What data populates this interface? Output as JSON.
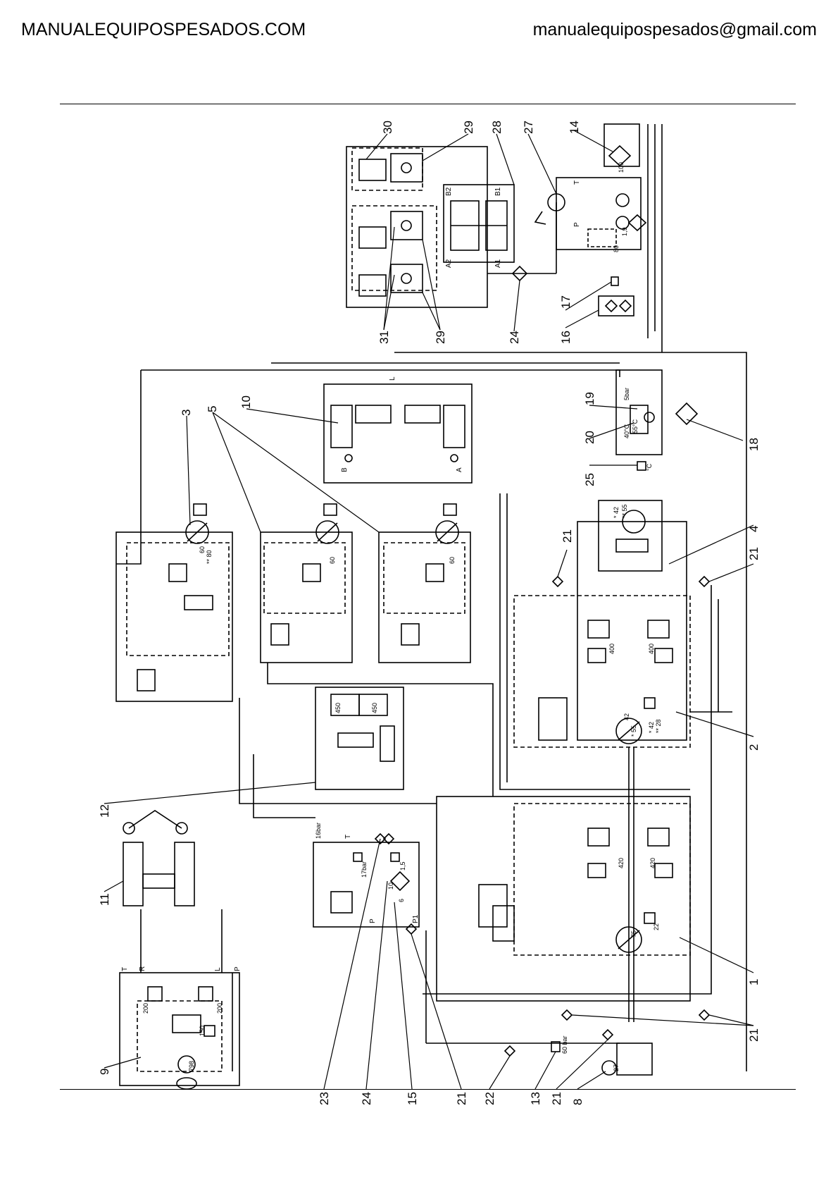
{
  "header": {
    "site": "MANUALEQUIPOSPESADOS.COM",
    "email": "manualequipospesados@gmail.com"
  },
  "callouts_top": [
    "30",
    "29",
    "28",
    "27",
    "14"
  ],
  "callouts_upper_mid": [
    "31",
    "29",
    "24",
    "17",
    "16"
  ],
  "callouts_mid": [
    "3",
    "5",
    "10",
    "19",
    "20",
    "18",
    "25"
  ],
  "callouts_right": [
    "21",
    "4",
    "21",
    "2",
    "1",
    "21"
  ],
  "callouts_left": [
    "12",
    "11",
    "9"
  ],
  "callouts_bottom": [
    "23",
    "24",
    "15",
    "21",
    "22",
    "13",
    "21",
    "8"
  ],
  "port_labels": [
    "T",
    "P",
    "B2",
    "B1",
    "A2",
    "A1",
    "L",
    "B",
    "A",
    "T",
    "P",
    "P1",
    "T",
    "R",
    "L",
    "P"
  ],
  "spec_labels": [
    "100",
    "1,9",
    "80",
    "5bar",
    "55°C",
    "40°C",
    "°C",
    "60",
    "** 80",
    "60",
    "60",
    "450",
    "450",
    "* 42",
    "** 55",
    "400",
    "400",
    "42",
    "* 55",
    "* 42",
    "** 28",
    "16bar",
    "17bar",
    "10",
    "6",
    "1,5",
    "420",
    "420",
    "22",
    "75",
    "200",
    "200",
    "150",
    "798",
    "60 bar",
    "27"
  ]
}
